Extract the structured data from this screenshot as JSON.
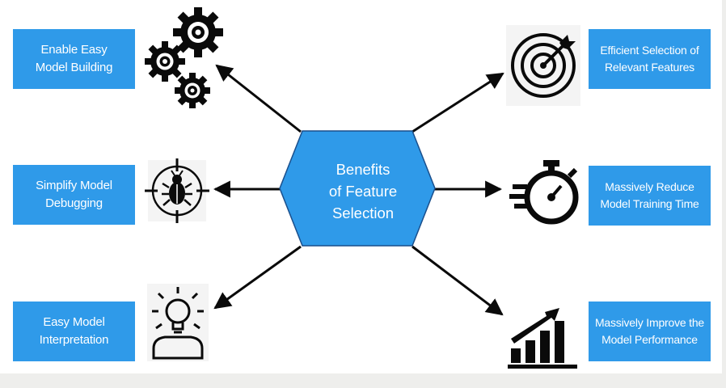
{
  "center": {
    "label": "Benefits\nof Feature\nSelection"
  },
  "benefits_left": [
    {
      "label": "Enable Easy\nModel Building",
      "icon": "gears-icon"
    },
    {
      "label": "Simplify Model\nDebugging",
      "icon": "bug-target-icon"
    },
    {
      "label": "Easy Model\nInterpretation",
      "icon": "lightbulb-head-icon"
    }
  ],
  "benefits_right": [
    {
      "label": "Efficient Selection of\nRelevant Features",
      "icon": "target-arrow-icon"
    },
    {
      "label": "Massively Reduce\nModel Training Time",
      "icon": "stopwatch-icon"
    },
    {
      "label": "Massively Improve the\nModel Performance",
      "icon": "growth-chart-icon"
    }
  ],
  "colors": {
    "box_fill": "#2f9ae9",
    "hub_fill": "#2f9ae9",
    "hub_border": "#1a4f8c",
    "arrow": "#0a0a0a",
    "icon": "#0a0a0a"
  }
}
